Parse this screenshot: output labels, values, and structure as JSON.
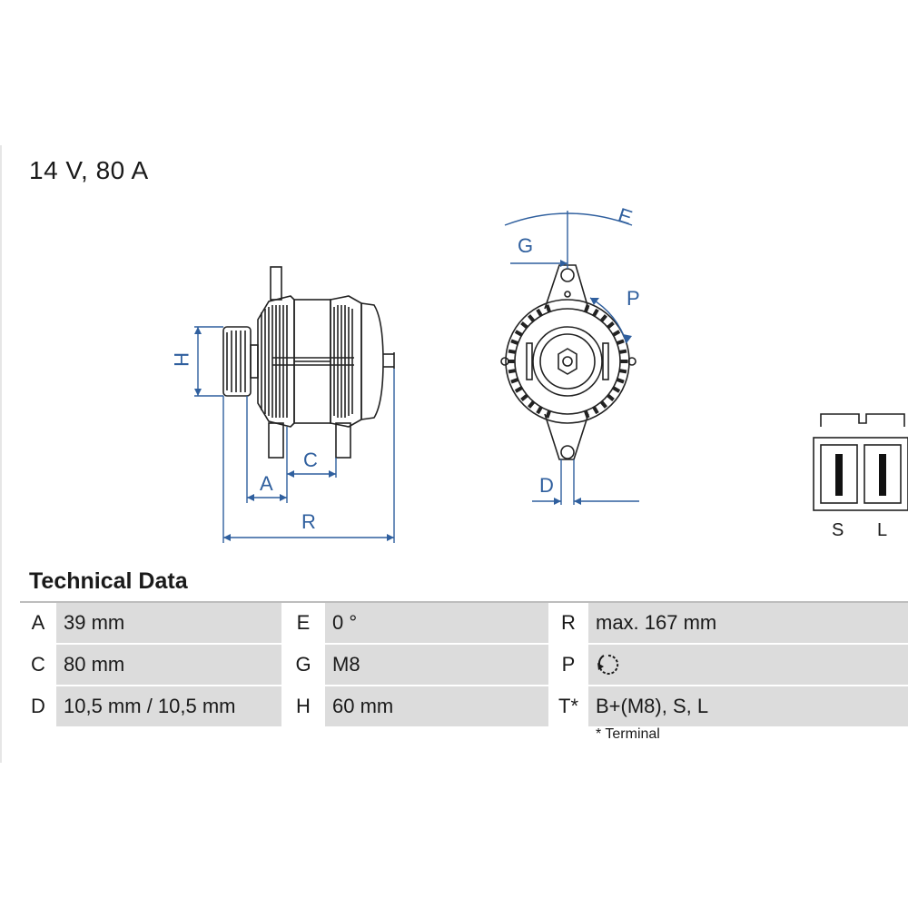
{
  "heading": "14 V, 80 A",
  "diagram_labels": {
    "A": "A",
    "C": "C",
    "H": "H",
    "R": "R",
    "E": "E",
    "G": "G",
    "P": "P",
    "D": "D",
    "S": "S",
    "L": "L"
  },
  "technical_data": {
    "title": "Technical Data",
    "rows": [
      [
        {
          "key": "A",
          "value": "39 mm"
        },
        {
          "key": "E",
          "value": "0 °"
        },
        {
          "key": "R",
          "value": "max. 167 mm"
        }
      ],
      [
        {
          "key": "C",
          "value": "80 mm"
        },
        {
          "key": "G",
          "value": "M8"
        },
        {
          "key": "P",
          "value": "",
          "icon": "clockwise-rotation-icon"
        }
      ],
      [
        {
          "key": "D",
          "value": "10,5 mm / 10,5 mm"
        },
        {
          "key": "H",
          "value": "60 mm"
        },
        {
          "key": "T*",
          "value": "B+(M8), S, L"
        }
      ]
    ],
    "footnote": "* Terminal"
  },
  "colors": {
    "dimension_line": "#2f5f9e",
    "outline": "#222222",
    "table_value_bg": "#dcdcdc"
  }
}
